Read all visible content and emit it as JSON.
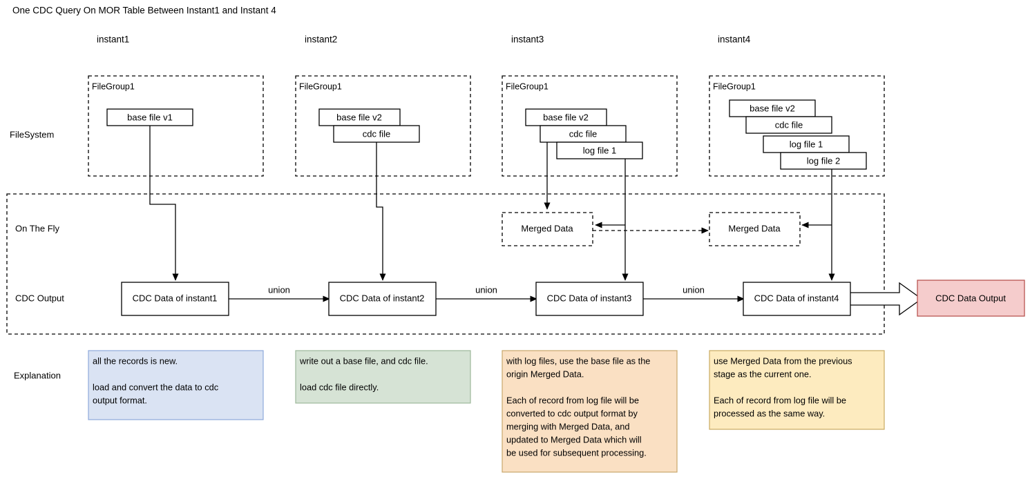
{
  "title": "One CDC Query On MOR Table Between Instant1 and Instant 4",
  "columns": [
    {
      "label": "instant1"
    },
    {
      "label": "instant2"
    },
    {
      "label": "instant3"
    },
    {
      "label": "instant4"
    }
  ],
  "rows": [
    {
      "label": "FileSystem"
    },
    {
      "label": "On The Fly"
    },
    {
      "label": "CDC Output"
    },
    {
      "label": "Explanation"
    }
  ],
  "filesystem": {
    "groups": [
      {
        "group_label": "FileGroup1",
        "files": [
          "base file v1"
        ]
      },
      {
        "group_label": "FileGroup1",
        "files": [
          "base file v2",
          "cdc file"
        ]
      },
      {
        "group_label": "FileGroup1",
        "files": [
          "base file v2",
          "cdc file",
          "log file 1"
        ]
      },
      {
        "group_label": "FileGroup1",
        "files": [
          "base file v2",
          "cdc file",
          "log file 1",
          "log file 2"
        ]
      }
    ]
  },
  "on_the_fly": {
    "nodes": [
      {
        "label": "Merged Data"
      },
      {
        "label": "Merged Data"
      }
    ]
  },
  "cdc_output": {
    "nodes": [
      {
        "label": "CDC Data of instant1"
      },
      {
        "label": "CDC Data of instant2"
      },
      {
        "label": "CDC Data of instant3"
      },
      {
        "label": "CDC Data of instant4"
      }
    ],
    "edge_labels": [
      "union",
      "union",
      "union"
    ],
    "final_output": {
      "label": "CDC Data Output"
    }
  },
  "explanations": [
    {
      "lines": [
        "all the records is new.",
        "",
        "load and convert the data to cdc",
        "output format."
      ],
      "fill": "#dae3f3",
      "stroke": "#8ea9db"
    },
    {
      "lines": [
        "write out a base file, and cdc file.",
        "",
        "load cdc file directly."
      ],
      "fill": "#d6e3d5",
      "stroke": "#9cb89a"
    },
    {
      "lines": [
        "with log files, use the base file as the",
        "origin Merged Data.",
        "",
        "Each of record from log file will be",
        "converted to cdc output format by",
        "merging with Merged Data, and",
        "updated to Merged Data which will",
        "be used for subsequent processing."
      ],
      "fill": "#fae0c3",
      "stroke": "#c8a66a"
    },
    {
      "lines": [
        "use Merged Data from the previous",
        "stage as the current one.",
        "",
        "Each of record from log file will be",
        "processed as the same way."
      ],
      "fill": "#fdebbf",
      "stroke": "#c9aa61"
    }
  ],
  "colors": {
    "output_fill": "#f5cccc",
    "output_stroke": "#b85450",
    "line": "#000000",
    "background": "#ffffff"
  }
}
